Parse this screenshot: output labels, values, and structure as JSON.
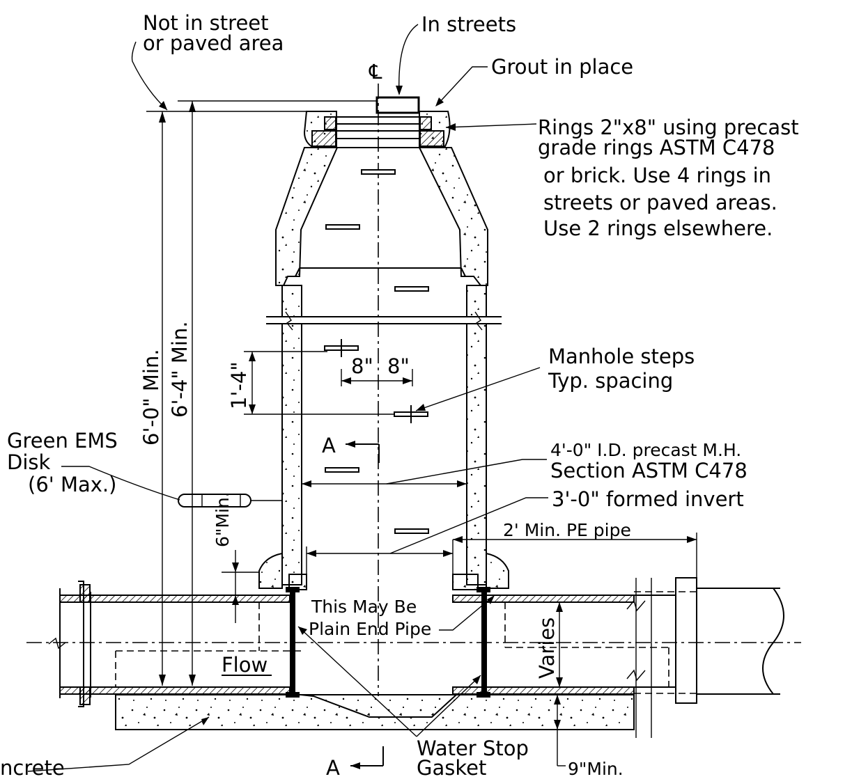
{
  "labels": {
    "not_in_street_1": "Not in street",
    "not_in_street_2": "or paved area",
    "in_streets": "In streets",
    "centerline": "℄",
    "grout": "Grout in place",
    "rings_1": "Rings 2\"x8\" using precast",
    "rings_2": "grade rings ASTM C478",
    "rings_3": "or brick. Use 4 rings in",
    "rings_4": "streets or paved areas.",
    "rings_5": "Use 2 rings elsewhere.",
    "steps_1": "Manhole steps",
    "steps_2": "Typ. spacing",
    "dim_6_0": "6'-0\" Min.",
    "dim_6_4": "6'-4\" Min.",
    "dim_1_4": "1'-4\"",
    "dim_8_left": "8\"",
    "dim_8_right": "8\"",
    "section_mark": "A",
    "green_1": "Green EMS",
    "green_2": "Disk",
    "green_3": "(6' Max.)",
    "section_1": "4'-0\" I.D. precast M.H.",
    "section_2": "Section ASTM  C478",
    "invert": "3'-0\" formed invert",
    "pe_pipe": "2' Min. PE pipe",
    "dim_6_min": "6\"Min.",
    "plain_1": "This May Be",
    "plain_2": "Plain End Pipe",
    "varies": "Varies",
    "flow": "Flow",
    "waterstop_1": "Water Stop",
    "waterstop_2": "Gasket",
    "nine_min": "9\"Min.",
    "concrete": "ncrete"
  }
}
